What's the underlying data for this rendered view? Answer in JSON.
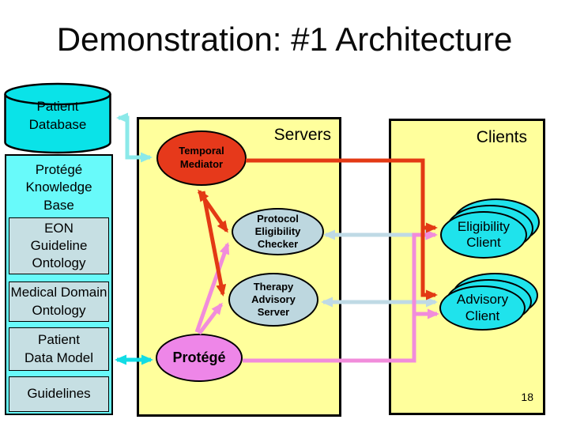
{
  "title": "Demonstration: #1 Architecture",
  "page_number": "18",
  "left_column": {
    "database_label": "Patient\nDatabase",
    "kb_title": "Protégé\nKnowledge\nBase",
    "kb_items": [
      "EON\nGuideline\nOntology",
      "Medical Domain\nOntology",
      "Patient\nData Model",
      "Guidelines"
    ]
  },
  "servers_panel": {
    "label": "Servers",
    "temporal_mediator": "Temporal\nMediator",
    "protocol_eligibility_checker": "Protocol\nEligibility\nChecker",
    "therapy_advisory_server": "Therapy\nAdvisory\nServer",
    "protege": "Protégé"
  },
  "clients_panel": {
    "label": "Clients",
    "eligibility_client": "Eligibility\nClient",
    "advisory_client": "Advisory\nClient"
  },
  "colors": {
    "panel_yellow": "#FFFF9C",
    "cylinder_cyan": "#0AE3E8",
    "kb_box_cyan": "#68FAFA",
    "kb_item_gray_blue": "#C6DFE3",
    "client_cyan": "#1FE3EC",
    "mediator_red": "#E6391B",
    "server_ellipse_blue": "#BDD7DF",
    "protege_pink": "#EE86E8",
    "arrow_red": "#E33914",
    "arrow_pink": "#F18CDB",
    "arrow_pale_blue": "#BFDAE5",
    "arrow_cyan": "#12DCE4",
    "arrow_pale_cyan": "#8BE9E9"
  }
}
